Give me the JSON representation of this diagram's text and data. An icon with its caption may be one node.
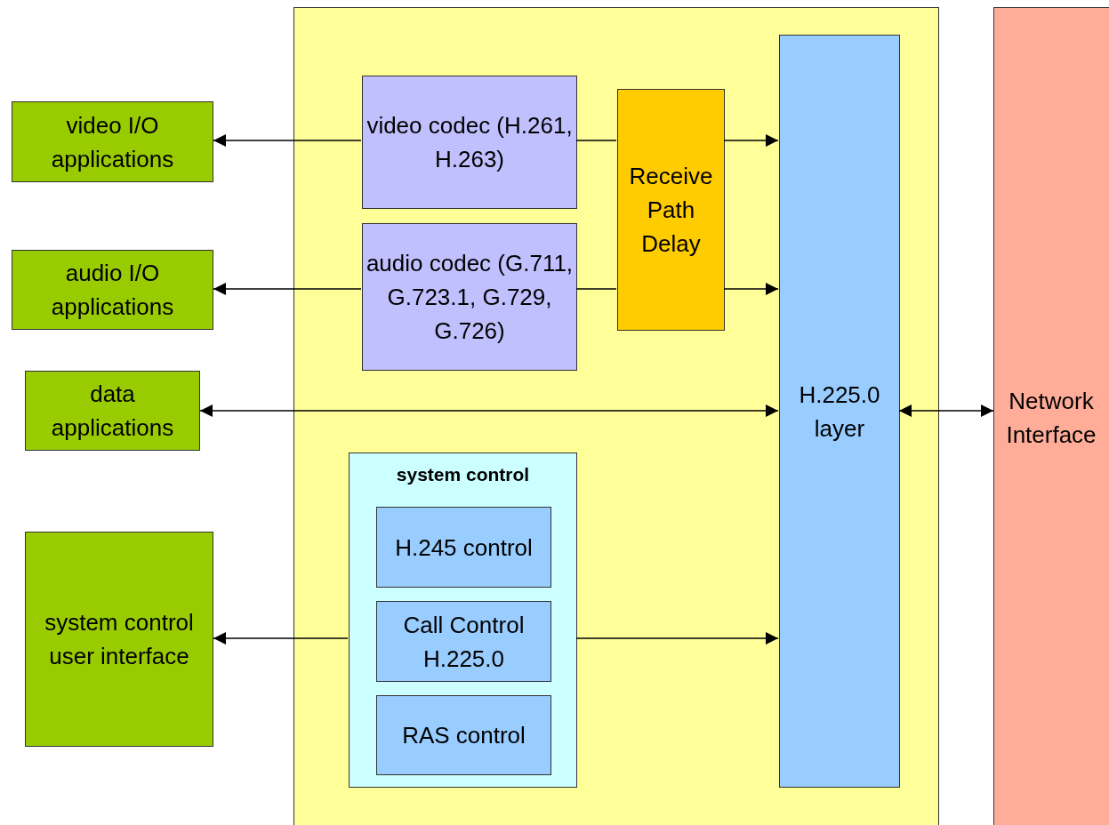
{
  "diagram": {
    "nodes": [
      {
        "text": [
          "video I/O applications"
        ]
      },
      {
        "text": [
          "audio I/O applications"
        ]
      },
      {
        "text": [
          "data applications"
        ]
      },
      {
        "text": [
          "system control user interface"
        ]
      },
      {
        "text": [],
        "shape": "box"
      },
      {
        "text": [
          "video codec (H.261, H.263)"
        ],
        "in": 4
      },
      {
        "text": [
          "audio codec (G.711, G.723.1, G.729, G.726)"
        ],
        "in": 4
      },
      {
        "text": [
          "Receive Path Delay"
        ],
        "in": 4
      },
      {
        "text": [
          "H.225.0 layer"
        ],
        "in": 4
      },
      {
        "text": [
          "system control"
        ],
        "in": 4
      },
      {
        "text": [
          "H.245 control"
        ],
        "in": 9
      },
      {
        "text": [
          "Call Control H.225.0"
        ],
        "in": 9
      },
      {
        "text": [
          "RAS control"
        ],
        "in": 9
      },
      {
        "text": [
          "Network Interface"
        ]
      }
    ],
    "edges": [
      {
        "from": 5,
        "to": 0,
        "arrow": "to"
      },
      {
        "from": 5,
        "to": 7,
        "arrow": "none"
      },
      {
        "from": 7,
        "to": 8,
        "arrow": "to"
      },
      {
        "from": 6,
        "to": 1,
        "arrow": "to"
      },
      {
        "from": 6,
        "to": 7,
        "arrow": "none"
      },
      {
        "from": 7,
        "to": 8,
        "arrow": "to"
      },
      {
        "from": 2,
        "to": 8,
        "arrow": "both"
      },
      {
        "from": 9,
        "to": 3,
        "arrow": "to"
      },
      {
        "from": 9,
        "to": 8,
        "arrow": "to"
      },
      {
        "from": 8,
        "to": 13,
        "arrow": "both"
      }
    ]
  }
}
